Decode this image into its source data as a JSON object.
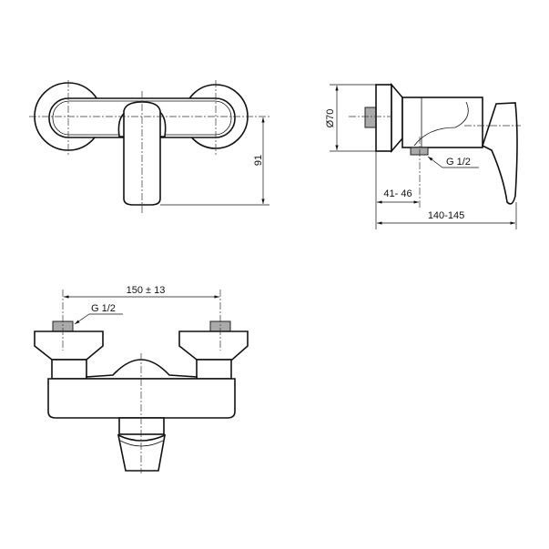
{
  "top_view": {
    "dim_depth": "91"
  },
  "side_view": {
    "dim_diameter": "Ø70",
    "thread_label": "G 1/2",
    "dim_offset": "41- 46",
    "dim_total": "140-145"
  },
  "front_view": {
    "dim_spacing": "150 ± 13",
    "thread_label": "G 1/2"
  }
}
